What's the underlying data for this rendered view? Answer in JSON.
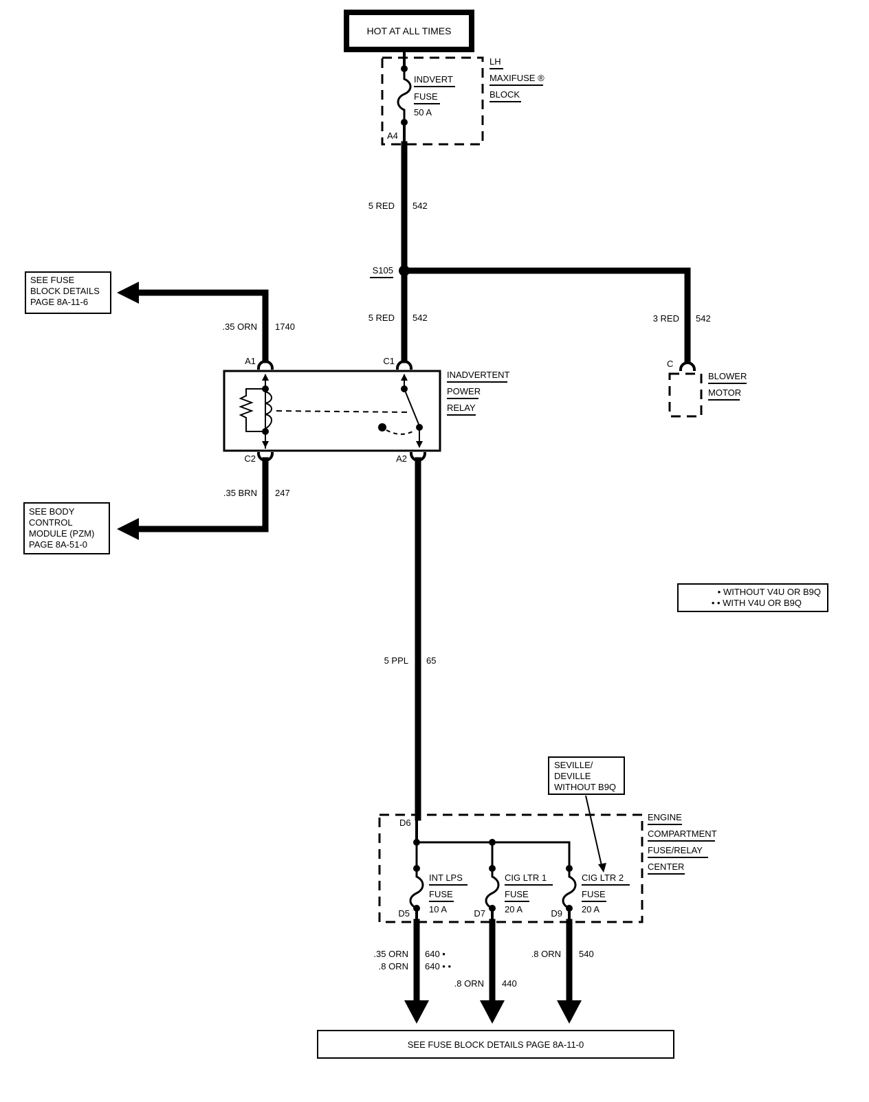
{
  "hot_box": {
    "label": "HOT AT ALL TIMES"
  },
  "maxifuse": {
    "block_lines": [
      "LH",
      "MAXIFUSE ®",
      "BLOCK"
    ],
    "fuse_lines": [
      "INDVERT",
      "FUSE",
      "50 A"
    ],
    "terminal": "A4"
  },
  "wire_542_top": {
    "size": "5 RED",
    "circuit": "542"
  },
  "splice": {
    "label": "S105"
  },
  "wire_542_mid": {
    "size": "5 RED",
    "circuit": "542"
  },
  "wire_542_blower": {
    "size": "3 RED",
    "circuit": "542"
  },
  "blower": {
    "terminal": "C",
    "lines": [
      "BLOWER",
      "MOTOR"
    ]
  },
  "fuse_ref_top": {
    "lines": [
      "SEE FUSE",
      "BLOCK DETAILS",
      "PAGE 8A-11-6"
    ]
  },
  "wire_1740": {
    "size": ".35 ORN",
    "circuit": "1740"
  },
  "relay": {
    "lines": [
      "INADVERTENT",
      "POWER",
      "RELAY"
    ],
    "terminals": {
      "a1": "A1",
      "c1": "C1",
      "c2": "C2",
      "a2": "A2"
    }
  },
  "wire_247": {
    "size": ".35 BRN",
    "circuit": "247"
  },
  "bcm_ref": {
    "lines": [
      "SEE BODY",
      "CONTROL",
      "MODULE (PZM)",
      "PAGE 8A-51-0"
    ]
  },
  "wire_65": {
    "size": "5 PPL",
    "circuit": "65"
  },
  "legend": {
    "lines": [
      "• WITHOUT V4U OR B9Q",
      "• • WITH V4U OR B9Q"
    ]
  },
  "seville_note": {
    "lines": [
      "SEVILLE/",
      "DEVILLE",
      "WITHOUT B9Q"
    ]
  },
  "fuse_center": {
    "lines": [
      "ENGINE",
      "COMPARTMENT",
      "FUSE/RELAY",
      "CENTER"
    ],
    "input_terminal": "D6",
    "fuses": [
      {
        "name": "INT LPS",
        "word": "FUSE",
        "rating": "10 A",
        "terminal": "D5"
      },
      {
        "name": "CIG LTR 1",
        "word": "FUSE",
        "rating": "20 A",
        "terminal": "D7"
      },
      {
        "name": "CIG LTR 2",
        "word": "FUSE",
        "rating": "20 A",
        "terminal": "D9"
      }
    ]
  },
  "out_wires": {
    "w640a": {
      "size": ".35 ORN",
      "circuit": "640 •"
    },
    "w640b": {
      "size": ".8 ORN",
      "circuit": "640 • •"
    },
    "w440": {
      "size": ".8 ORN",
      "circuit": "440"
    },
    "w540": {
      "size": ".8 ORN",
      "circuit": "540"
    }
  },
  "bottom_ref": {
    "label": "SEE FUSE BLOCK DETAILS PAGE 8A-11-0"
  }
}
